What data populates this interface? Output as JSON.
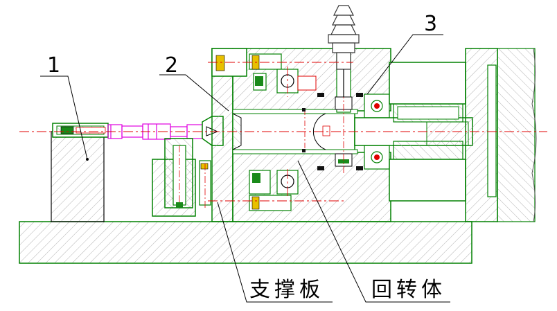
{
  "labels": {
    "part_1": "1",
    "part_2": "2",
    "part_3": "3",
    "support_plate": "支撑板",
    "rotary_body": "回转体"
  },
  "colors": {
    "outline": "#008000",
    "centerline": "#e00000",
    "workpiece": "#e000e0",
    "leader": "#000000",
    "hatch": "#9a9a9a",
    "nozzle": "#444444"
  }
}
